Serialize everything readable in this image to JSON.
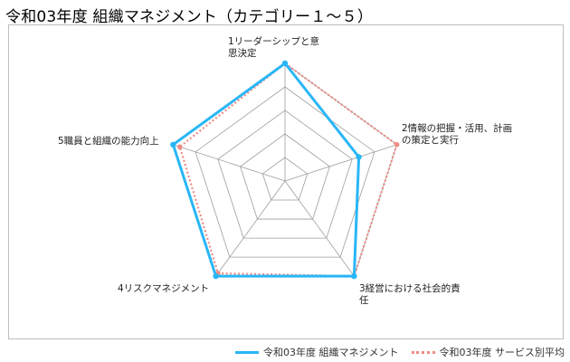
{
  "chart_data": {
    "type": "radar",
    "title": "令和03年度 組織マネジメント（カテゴリー１～５）",
    "categories": [
      "1リーダーシップと意思決定",
      "2情報の把握・活用、計画の策定と実行",
      "3経営における社会的責任",
      "4リスクマネジメント",
      "5職員と組織の能力向上"
    ],
    "rlim": [
      0,
      5
    ],
    "rings": 5,
    "grid": true,
    "legend_position": "bottom-right",
    "series": [
      {
        "name": "令和03年度 組織マネジメント",
        "values": [
          5.0,
          3.3,
          5.0,
          5.0,
          5.0
        ],
        "color": "#29b6f6",
        "style": "solid"
      },
      {
        "name": "令和03年度 サービス別平均",
        "values": [
          5.0,
          5.0,
          5.0,
          4.85,
          4.7
        ],
        "color": "#f08a84",
        "style": "dotted"
      }
    ]
  }
}
